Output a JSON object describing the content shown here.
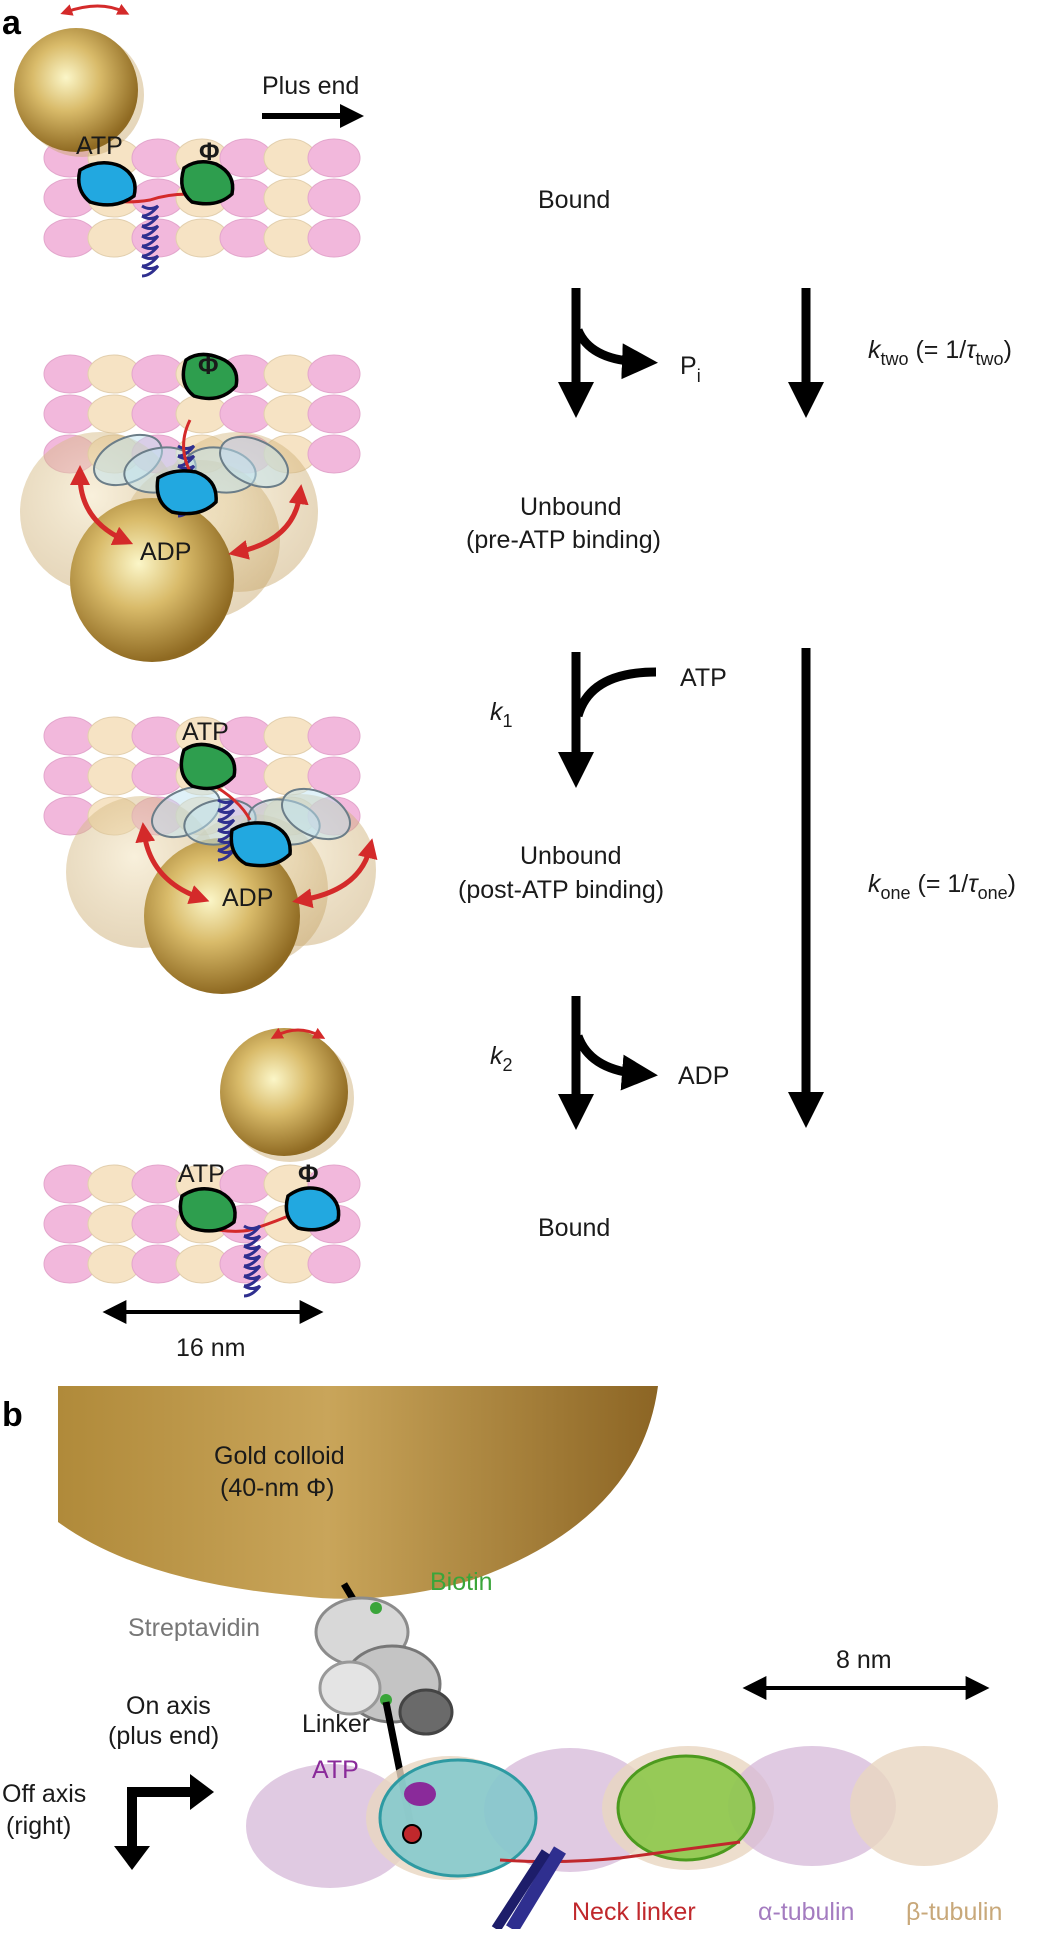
{
  "panel_a": {
    "letter": "a",
    "plus_end": "Plus end",
    "atp": "ATP",
    "adp": "ADP",
    "phi": "Φ",
    "bound": "Bound",
    "unbound_pre": "Unbound",
    "unbound_pre_sub": "(pre-ATP binding)",
    "unbound_post": "Unbound",
    "unbound_post_sub": "(post-ATP binding)",
    "pi": "P",
    "pi_sub": "i",
    "k1": "k",
    "k1_sub": "1",
    "k2": "k",
    "k2_sub": "2",
    "ktwo_k": "k",
    "ktwo_sub": "two",
    "ktwo_rest": " (= 1/",
    "ktwo_tau": "τ",
    "ktwo_close": ")",
    "kone_k": "k",
    "kone_sub": "one",
    "kone_rest": " (= 1/",
    "kone_tau": "τ",
    "kone_close": ")",
    "scale": "16 nm"
  },
  "panel_b": {
    "letter": "b",
    "gold_line1": "Gold colloid",
    "gold_line2": "(40-nm Φ)",
    "biotin": "Biotin",
    "streptavidin": "Streptavidin",
    "scale": "8 nm",
    "on_axis_1": "On axis",
    "on_axis_2": "(plus end)",
    "off_axis_1": "Off axis",
    "off_axis_2": "(right)",
    "linker": "Linker",
    "atp": "ATP",
    "neck_linker": "Neck linker",
    "alpha_tubulin": "α-tubulin",
    "beta_tubulin": "β-tubulin"
  },
  "colors": {
    "pink": "#f2b8dc",
    "beige": "#f6e3c4",
    "blue_head": "#22a8e0",
    "green_head": "#2e9e4e",
    "gold": "#c9a24a",
    "red_arrow": "#d42a2a",
    "coil": "#2f2f8f",
    "biotin_green": "#3aa53a",
    "atp_purple": "#8a2a9a",
    "neck_red": "#c0282c",
    "alpha_purple": "#a47cc0",
    "beta_tan": "#c8a87a"
  }
}
